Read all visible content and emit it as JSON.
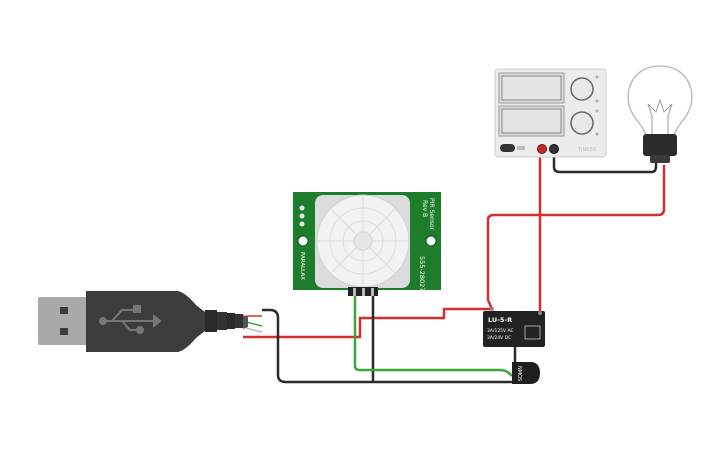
{
  "pir_sensor": {
    "title": "PIR Sensor",
    "rev": "Rev B",
    "part_number": "555-28027",
    "brand": "PARALLAX"
  },
  "relay": {
    "model": "LU-5-R",
    "rating_ac": "3A/125V AC",
    "rating_dc": "3A/24V  DC"
  },
  "transistor": {
    "label": "NMOS"
  },
  "power_supply": {
    "brand": "TINKER"
  },
  "colors": {
    "wire_red": "#d32f2f",
    "wire_black": "#2b2b2b",
    "wire_green": "#3aa73a",
    "pcb_green": "#1e7d2a",
    "usb_body": "#3c3c3c",
    "usb_metal": "#a9a9a9"
  },
  "icons": [
    "usb-symbol-icon",
    "light-bulb-icon",
    "knob-icon"
  ]
}
